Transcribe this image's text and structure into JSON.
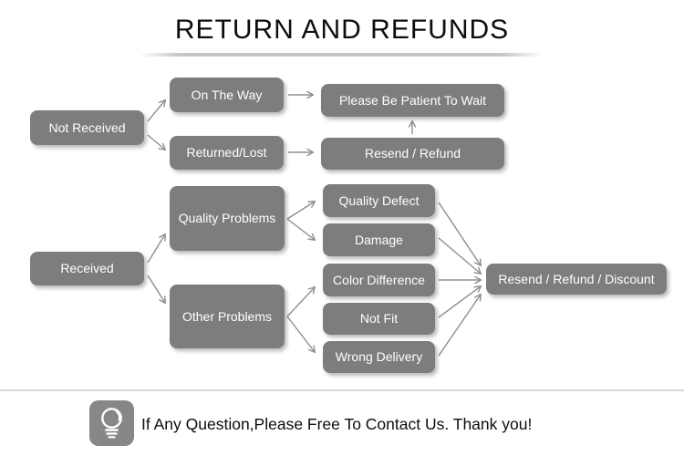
{
  "title": "RETURN AND REFUNDS",
  "flowchart": {
    "nodes": {
      "not_received": {
        "label": "Not Received"
      },
      "on_the_way": {
        "label": "On The Way"
      },
      "returned_lost": {
        "label": "Returned/Lost"
      },
      "please_wait": {
        "label": "Please Be Patient To Wait"
      },
      "resend_refund": {
        "label": "Resend / Refund"
      },
      "received": {
        "label": "Received"
      },
      "quality_problems": {
        "label": "Quality Problems"
      },
      "other_problems": {
        "label": "Other Problems"
      },
      "quality_defect": {
        "label": "Quality Defect"
      },
      "damage": {
        "label": "Damage"
      },
      "color_difference": {
        "label": "Color Difference"
      },
      "not_fit": {
        "label": "Not Fit"
      },
      "wrong_delivery": {
        "label": "Wrong Delivery"
      },
      "resend_refund_discount": {
        "label": "Resend / Refund / Discount"
      }
    },
    "edges": [
      {
        "from": "Not Received",
        "to": "On The Way"
      },
      {
        "from": "Not Received",
        "to": "Returned/Lost"
      },
      {
        "from": "On The Way",
        "to": "Please Be Patient To Wait"
      },
      {
        "from": "Returned/Lost",
        "to": "Resend / Refund"
      },
      {
        "from": "Resend / Refund",
        "to": "Please Be Patient To Wait"
      },
      {
        "from": "Received",
        "to": "Quality Problems"
      },
      {
        "from": "Received",
        "to": "Other Problems"
      },
      {
        "from": "Quality Problems",
        "to": "Quality Defect"
      },
      {
        "from": "Quality Problems",
        "to": "Damage"
      },
      {
        "from": "Other Problems",
        "to": "Color Difference"
      },
      {
        "from": "Other Problems",
        "to": "Wrong Delivery"
      },
      {
        "from": "Quality Defect",
        "to": "Resend / Refund / Discount"
      },
      {
        "from": "Damage",
        "to": "Resend / Refund / Discount"
      },
      {
        "from": "Color Difference",
        "to": "Resend / Refund / Discount"
      },
      {
        "from": "Not Fit",
        "to": "Resend / Refund / Discount"
      },
      {
        "from": "Wrong Delivery",
        "to": "Resend / Refund / Discount"
      }
    ]
  },
  "footer": {
    "icon": "light-bulb-icon",
    "message": "If Any Question,Please Free To Contact Us. Thank you!"
  },
  "colors": {
    "box_gray": "#7d7d7d",
    "arrow_gray": "#8f8f8f",
    "divider_gray": "#d9d9d9",
    "underline_gray": "#c6c6c6",
    "node_text": "#ffffff",
    "title_text": "#0d0d0d"
  }
}
